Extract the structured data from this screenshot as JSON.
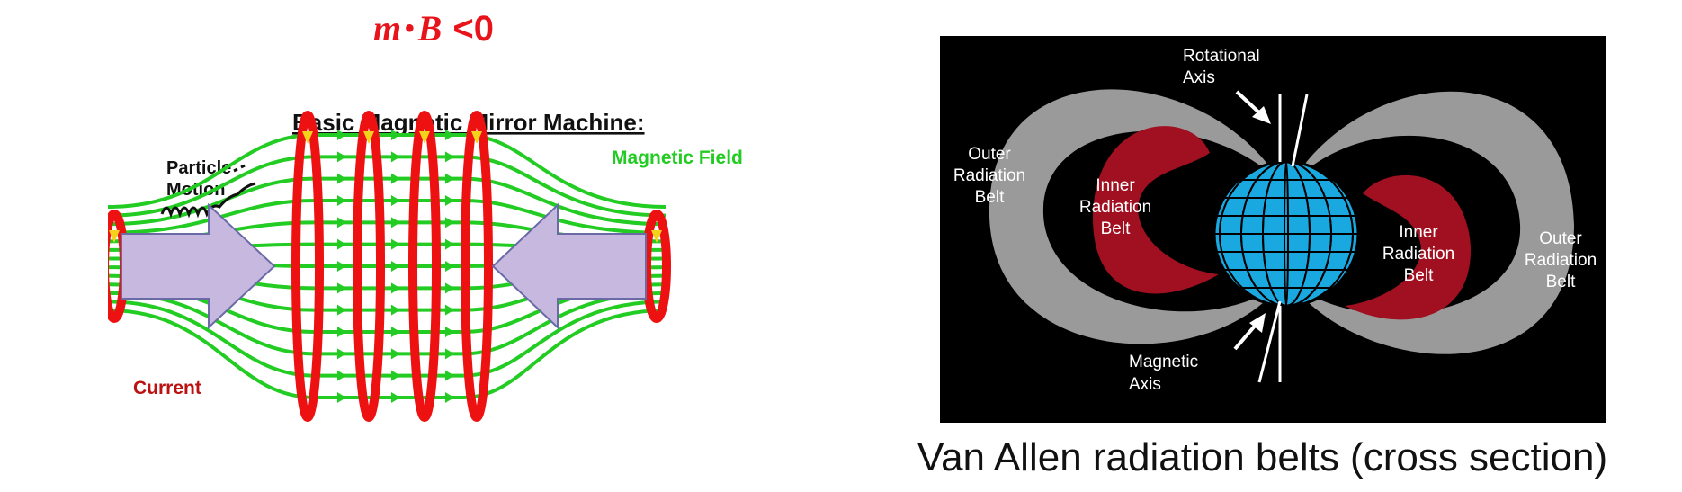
{
  "formula": {
    "m": "m",
    "dot": "•",
    "B": "B",
    "relation": "<0"
  },
  "mirror_machine": {
    "title": "Basic Magnetic Mirror Machine:",
    "particle_motion_line1": "Particle",
    "particle_motion_line2": "Motion",
    "magnetic_field": "Magnetic Field",
    "current": "Current",
    "colors": {
      "field": "#22cc22",
      "coil": "#ee1111",
      "arrow": "#c6b8df"
    }
  },
  "van_allen": {
    "rotational_axis_line1": "Rotational",
    "rotational_axis_line2": "Axis",
    "magnetic_axis_line1": "Magnetic",
    "magnetic_axis_line2": "Axis",
    "outer_left": [
      "Outer",
      "Radiation",
      "Belt"
    ],
    "inner_left": [
      "Inner",
      "Radiation",
      "Belt"
    ],
    "inner_right": [
      "Inner",
      "Radiation",
      "Belt"
    ],
    "outer_right": [
      "Outer",
      "Radiation",
      "Belt"
    ],
    "colors": {
      "background": "#000000",
      "outer_belt": "#9a9a9a",
      "inner_belt": "#a01020",
      "earth": "#19a9e0"
    }
  },
  "caption": "Van Allen radiation belts (cross section)"
}
